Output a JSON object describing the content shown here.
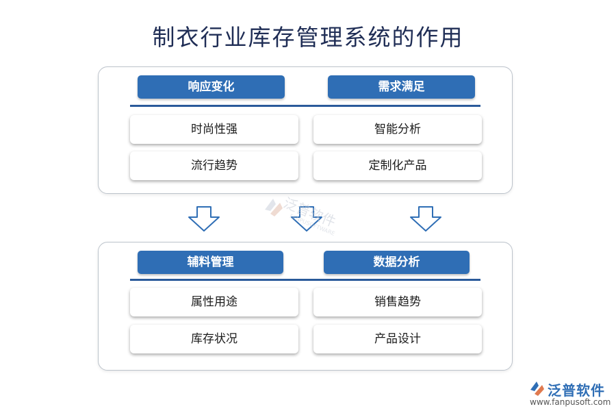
{
  "title": "制衣行业库存管理系统的作用",
  "top_panel": {
    "left_header": "响应变化",
    "right_header": "需求满足",
    "left_items": [
      "时尚性强",
      "流行趋势"
    ],
    "right_items": [
      "智能分析",
      "定制化产品"
    ]
  },
  "bottom_panel": {
    "left_header": "辅料管理",
    "right_header": "数据分析",
    "left_items": [
      "属性用途",
      "库存状况"
    ],
    "right_items": [
      "销售趋势",
      "产品设计"
    ]
  },
  "watermark": {
    "name": "泛普软件",
    "sub": "FANPUSOFTWARE"
  },
  "logo": {
    "name": "泛普软件",
    "url": "www.fanpusoft.com"
  },
  "colors": {
    "header": "#2f6eb5",
    "rule": "#2a5a9a",
    "title": "#1f2d55",
    "arrow_outline": "#2f6eb5"
  },
  "icons": [
    "down-arrow-icon",
    "fanpu-logo-icon"
  ]
}
